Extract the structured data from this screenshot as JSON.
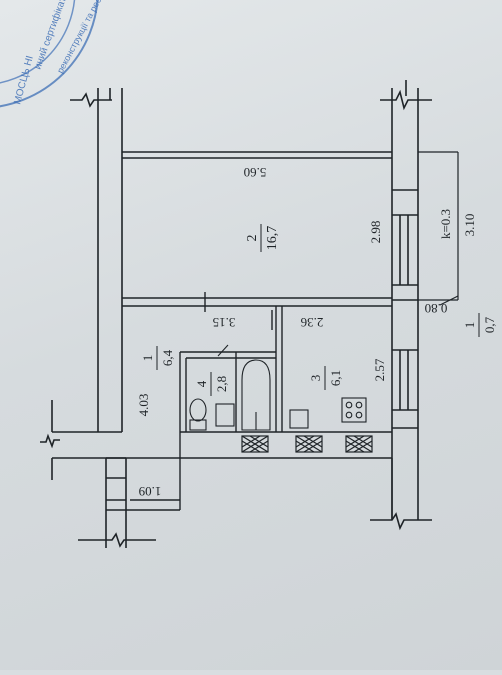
{
  "stamp": {
    "line1": "иний сертифікат",
    "line2": "МОСЦЬ НІ",
    "line3": "реконструкції та реєстрації"
  },
  "dimensions": {
    "top_right_height": "5.60",
    "room2_lower_right": "2.98",
    "tall_right_side": "3.10",
    "balcony_width": "0.80",
    "room1_width_top": "3.15",
    "room3_width_top": "2.36",
    "room3_height": "2.57",
    "left_corridor": "4.03",
    "entry_width": "1.09",
    "balcony_coef": "k=0.3"
  },
  "rooms": [
    {
      "number": "1",
      "area": "6,4"
    },
    {
      "number": "2",
      "area": "16,7"
    },
    {
      "number": "3",
      "area": "6,1"
    },
    {
      "number": "4",
      "area": "2,8"
    }
  ],
  "balcony": {
    "number": "1",
    "area": "0,7"
  },
  "colors": {
    "ink": "#1f2428",
    "stamp": "#3e6fb6",
    "paper": "#d6dbde"
  }
}
